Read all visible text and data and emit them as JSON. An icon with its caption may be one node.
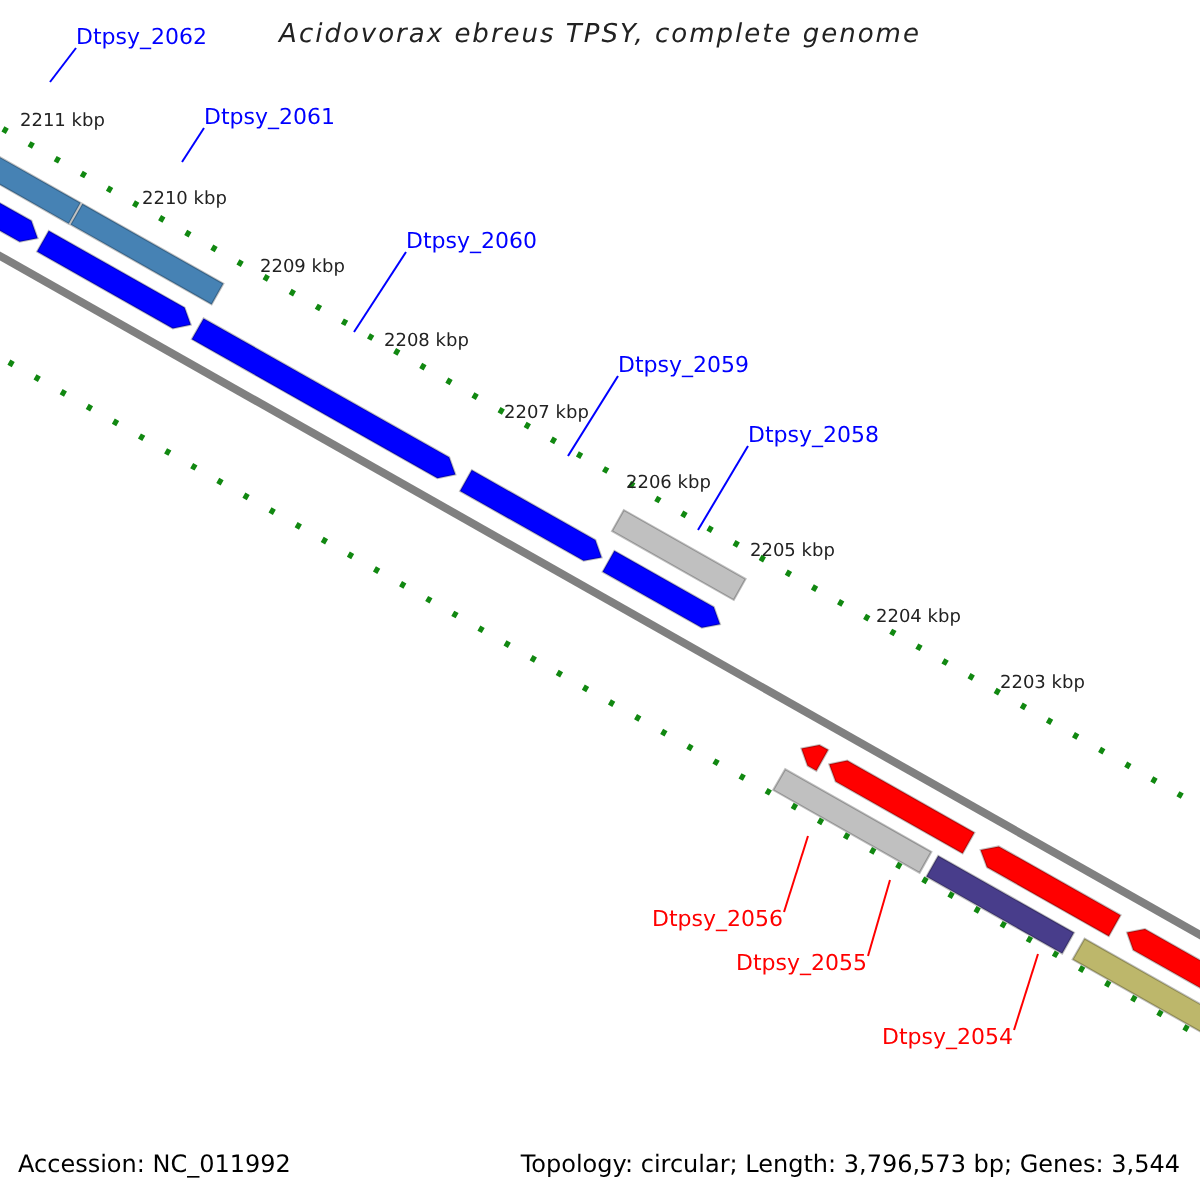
{
  "diagram": {
    "title": "Acidovorax ebreus TPSY, complete genome",
    "nodes": [
      {
        "text": [
          "Dtpsy_2062"
        ]
      },
      {
        "text": [
          "Dtpsy_2061"
        ]
      },
      {
        "text": [
          "Dtpsy_2060"
        ]
      },
      {
        "text": [
          "Dtpsy_2059"
        ]
      },
      {
        "text": [
          "Dtpsy_2058"
        ]
      },
      {
        "text": [
          "Dtpsy_2056"
        ]
      },
      {
        "text": [
          "Dtpsy_2055"
        ]
      },
      {
        "text": [
          "Dtpsy_2054"
        ]
      }
    ],
    "edges": [
      {
        "from": 0,
        "to": null,
        "arrow": "none"
      },
      {
        "from": 1,
        "to": null,
        "arrow": "none"
      },
      {
        "from": 2,
        "to": null,
        "arrow": "none"
      },
      {
        "from": 3,
        "to": null,
        "arrow": "none"
      },
      {
        "from": 4,
        "to": null,
        "arrow": "none"
      },
      {
        "from": 5,
        "to": null,
        "arrow": "none",
        "color": "#ff0000"
      },
      {
        "from": 6,
        "to": null,
        "arrow": "none",
        "color": "#ff0000"
      },
      {
        "from": 7,
        "to": null,
        "arrow": "none",
        "color": "#ff0000"
      }
    ],
    "labels": [
      "2211 kbp",
      "2210 kbp",
      "2209 kbp",
      "2208 kbp",
      "2207 kbp",
      "2206 kbp",
      "2205 kbp",
      "2204 kbp",
      "2203 kbp",
      "Accession: NC_011992",
      "Topology: circular; Length: 3,796,573 bp; Genes: 3,544"
    ]
  }
}
